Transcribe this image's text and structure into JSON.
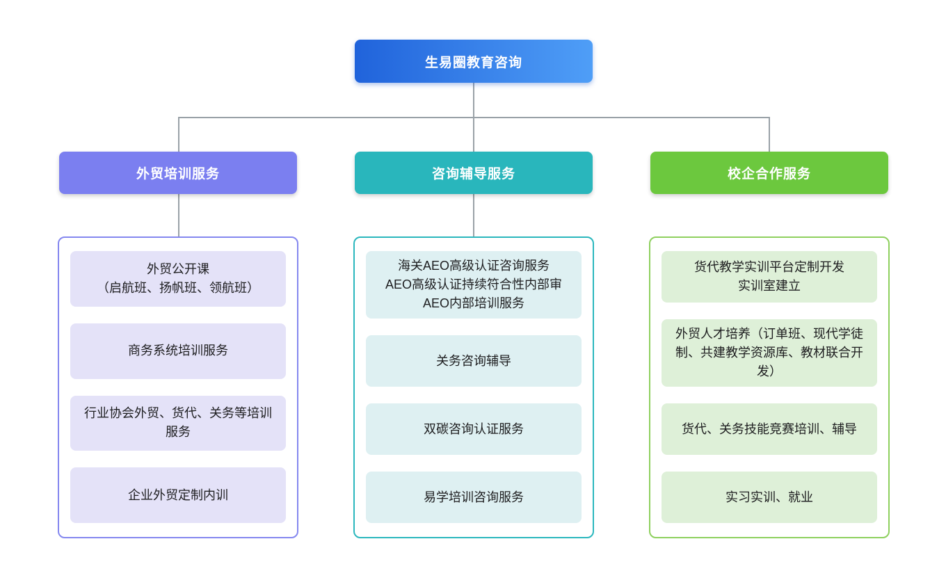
{
  "root": {
    "label": "生易圈教育咨询",
    "gradient_from": "#2063db",
    "gradient_to": "#4f9ef7"
  },
  "colors": {
    "connector": "#99a1a7",
    "background": "#ffffff",
    "text": "#1d1d1f"
  },
  "branches": [
    {
      "label": "外贸培训服务",
      "header_color": "#7b7ff0",
      "border_color": "#8487ef",
      "item_bg": "#e4e2f8",
      "items": [
        "外贸公开课\n（启航班、扬帆班、领航班）",
        "商务系统培训服务",
        "行业协会外贸、货代、关务等培训服务",
        "企业外贸定制内训"
      ]
    },
    {
      "label": "咨询辅导服务",
      "header_color": "#29b6bc",
      "border_color": "#2ab7bd",
      "item_bg": "#def0f2",
      "items": [
        "海关AEO高级认证咨询服务\nAEO高级认证持续符合性内部审\nAEO内部培训服务",
        "关务咨询辅导",
        "双碳咨询认证服务",
        "易学培训咨询服务"
      ]
    },
    {
      "label": "校企合作服务",
      "header_color": "#6cc83e",
      "border_color": "#8ed05e",
      "item_bg": "#def0d8",
      "items": [
        "货代教学实训平台定制开发\n实训室建立",
        "外贸人才培养（订单班、现代学徒制、共建教学资源库、教材联合开发）",
        "货代、关务技能竞赛培训、辅导",
        "实习实训、就业"
      ]
    }
  ]
}
